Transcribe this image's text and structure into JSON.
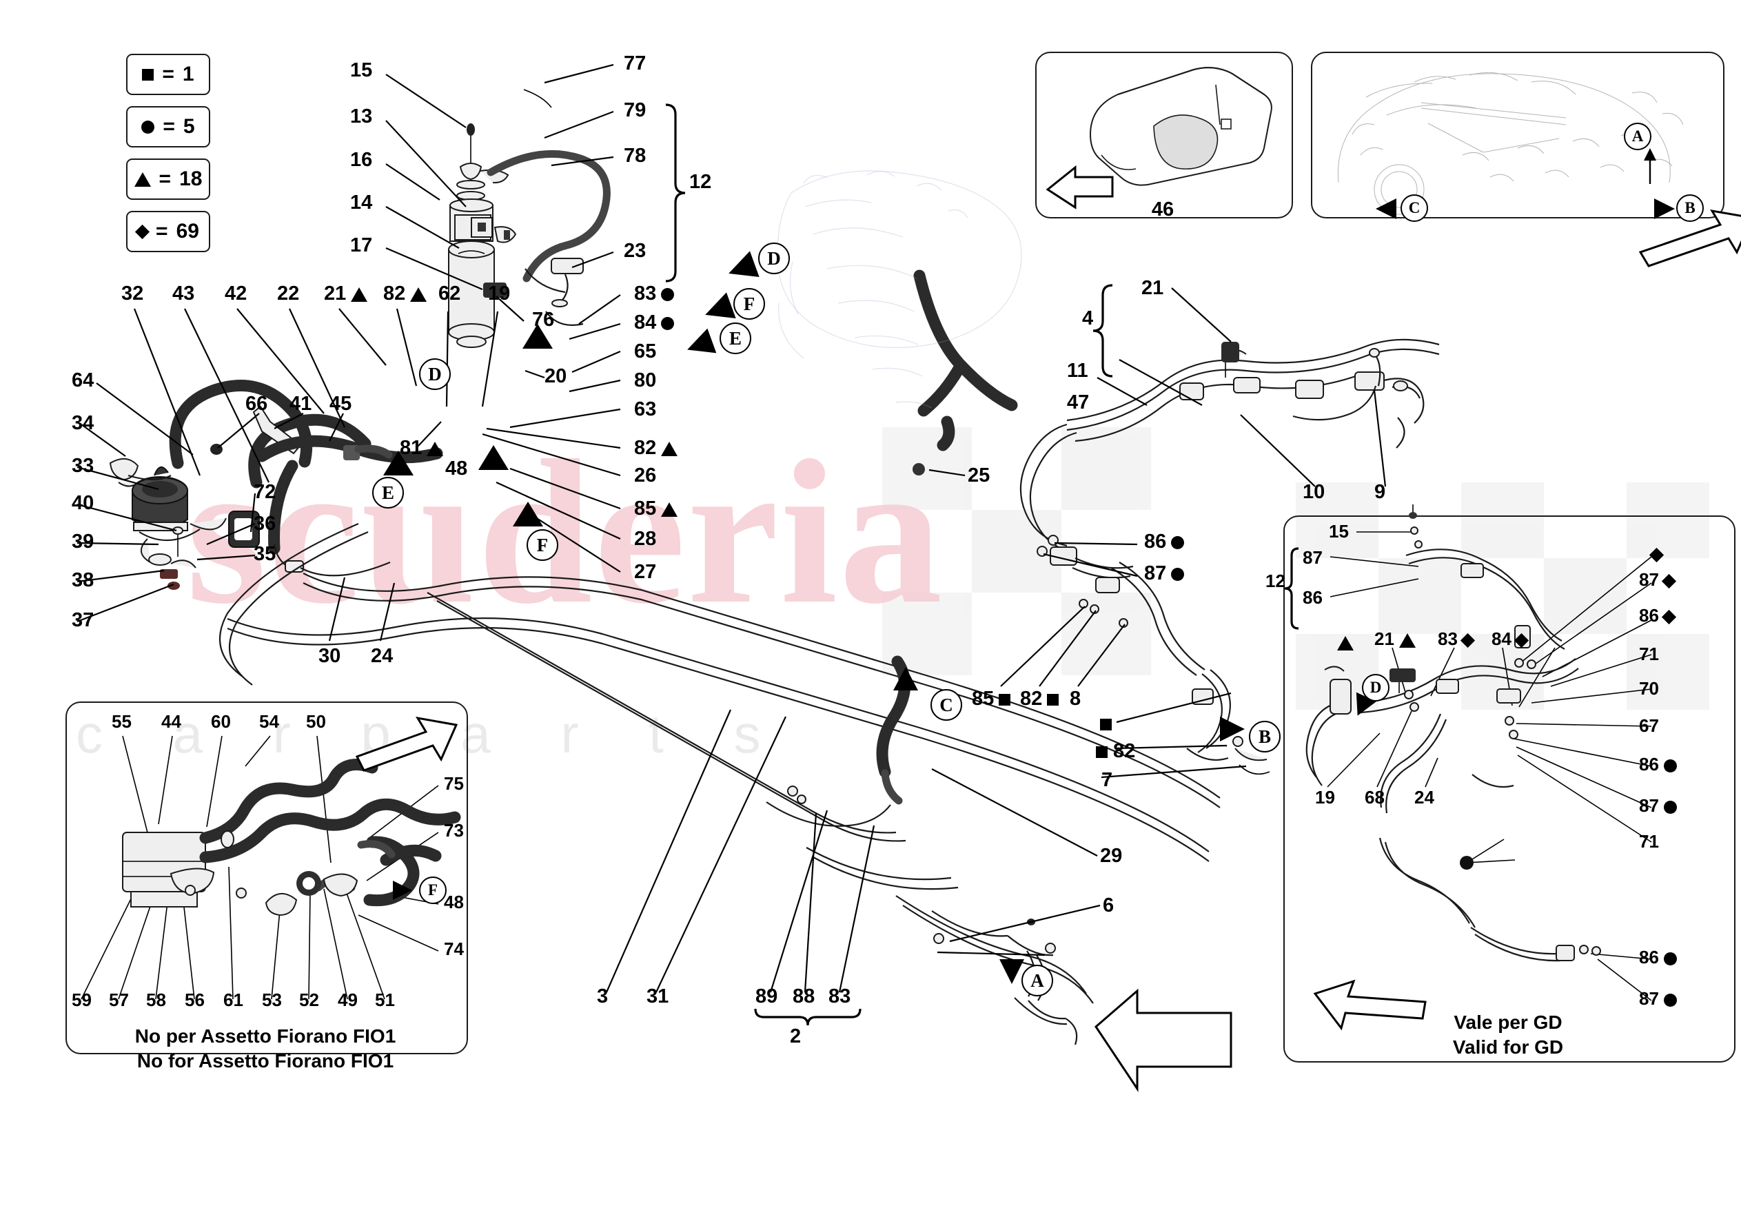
{
  "document": {
    "type": "parts-exploded-diagram",
    "subject": "air-conditioning and coolant lines"
  },
  "legend": {
    "rows": [
      {
        "marker": "square-marker",
        "equals": "=",
        "value": "1"
      },
      {
        "marker": "circle-marker",
        "equals": "=",
        "value": "5"
      },
      {
        "marker": "triangle-marker",
        "equals": "=",
        "value": "18"
      },
      {
        "marker": "diamond-marker",
        "equals": "=",
        "value": "69"
      }
    ]
  },
  "watermark": {
    "primary": "scuderia",
    "secondary": "c a r   p a r t s"
  },
  "main": {
    "top_left_stack": [
      {
        "num": "15"
      },
      {
        "num": "13"
      },
      {
        "num": "16"
      },
      {
        "num": "14"
      },
      {
        "num": "17"
      }
    ],
    "top_right_stack": [
      {
        "num": "77"
      },
      {
        "num": "79"
      },
      {
        "num": "78"
      },
      {
        "num": "23"
      }
    ],
    "bracket_12": "12",
    "row_labels": [
      {
        "num": "32"
      },
      {
        "num": "43"
      },
      {
        "num": "42"
      },
      {
        "num": "22"
      },
      {
        "num": "21",
        "marker": "triangle"
      },
      {
        "num": "82",
        "marker": "triangle"
      },
      {
        "num": "62"
      },
      {
        "num": "19"
      }
    ],
    "left_column": [
      {
        "num": "64"
      },
      {
        "num": "34"
      },
      {
        "num": "33"
      },
      {
        "num": "40"
      },
      {
        "num": "39"
      },
      {
        "num": "38"
      },
      {
        "num": "37"
      }
    ],
    "mid_left": [
      {
        "num": "66"
      },
      {
        "num": "41"
      },
      {
        "num": "45"
      },
      {
        "num": "72"
      },
      {
        "num": "36"
      },
      {
        "num": "35"
      },
      {
        "num": "30"
      },
      {
        "num": "24"
      }
    ],
    "center_labels": [
      {
        "num": "76"
      },
      {
        "num": "20"
      },
      {
        "num": "81",
        "marker": "triangle"
      },
      {
        "num": "48"
      }
    ],
    "right_column": [
      {
        "num": "83",
        "marker": "circle"
      },
      {
        "num": "84",
        "marker": "circle"
      },
      {
        "num": "65"
      },
      {
        "num": "80"
      },
      {
        "num": "63"
      },
      {
        "num": "82",
        "marker": "triangle"
      },
      {
        "num": "26"
      },
      {
        "num": "85",
        "marker": "triangle"
      },
      {
        "num": "28"
      },
      {
        "num": "27"
      }
    ],
    "engine_area": [
      {
        "num": "25"
      },
      {
        "num": "29"
      },
      {
        "num": "6"
      }
    ],
    "right_assembly": [
      {
        "num": "4"
      },
      {
        "num": "21"
      },
      {
        "num": "11"
      },
      {
        "num": "47"
      },
      {
        "num": "10"
      },
      {
        "num": "9"
      }
    ],
    "compressor_labels": [
      {
        "num": "86",
        "marker": "circle"
      },
      {
        "num": "87",
        "marker": "circle"
      },
      {
        "num": "85",
        "marker": "square"
      },
      {
        "num": "82",
        "marker": "square"
      },
      {
        "num": "8"
      },
      {
        "num": "82",
        "marker": "square",
        "side": "left"
      },
      {
        "num": "7"
      }
    ],
    "bottom_labels": [
      {
        "num": "3"
      },
      {
        "num": "31"
      },
      {
        "num": "89"
      },
      {
        "num": "88"
      },
      {
        "num": "83"
      },
      {
        "num": "2"
      }
    ],
    "circled_letters": [
      "D",
      "F",
      "E",
      "C",
      "B",
      "A"
    ]
  },
  "inset_fiorano": {
    "top_labels": [
      {
        "num": "55"
      },
      {
        "num": "44"
      },
      {
        "num": "60"
      },
      {
        "num": "54"
      },
      {
        "num": "50"
      }
    ],
    "right_labels": [
      {
        "num": "75"
      },
      {
        "num": "73"
      },
      {
        "num": "48"
      },
      {
        "num": "74"
      }
    ],
    "bottom_labels": [
      {
        "num": "59"
      },
      {
        "num": "57"
      },
      {
        "num": "58"
      },
      {
        "num": "56"
      },
      {
        "num": "61"
      },
      {
        "num": "53"
      },
      {
        "num": "52"
      },
      {
        "num": "49"
      },
      {
        "num": "51"
      }
    ],
    "circled_letter": "F",
    "caption_it": "No per Assetto Fiorano FIO1",
    "caption_en": "No for Assetto Fiorano FIO1"
  },
  "inset_gd": {
    "bracket_label": "12",
    "bracket_items": [
      {
        "num": "87"
      },
      {
        "num": "86"
      }
    ],
    "top_label": "15",
    "marker_row": [
      {
        "num": "",
        "marker": "triangle"
      },
      {
        "num": "21",
        "marker": "triangle"
      },
      {
        "num": "83",
        "marker": "diamond"
      },
      {
        "num": "84",
        "marker": "diamond"
      }
    ],
    "right_labels": [
      {
        "num": "",
        "marker": "diamond"
      },
      {
        "num": "87",
        "marker": "diamond"
      },
      {
        "num": "86",
        "marker": "diamond"
      },
      {
        "num": "71"
      },
      {
        "num": "70"
      },
      {
        "num": "67"
      },
      {
        "num": "86",
        "marker": "circle"
      },
      {
        "num": "87",
        "marker": "circle"
      },
      {
        "num": "71",
        "second": true
      },
      {
        "num": "86",
        "marker": "circle",
        "lower": true
      },
      {
        "num": "87",
        "marker": "circle",
        "lower": true
      }
    ],
    "bottom_labels": [
      {
        "num": "19"
      },
      {
        "num": "68"
      },
      {
        "num": "24"
      }
    ],
    "circled_letter": "D",
    "caption_it": "Vale per GD",
    "caption_en": "Valid for GD"
  },
  "inset_cover": {
    "label": "46"
  },
  "inset_engine": {
    "circled_letters": [
      "A",
      "B",
      "C"
    ]
  }
}
